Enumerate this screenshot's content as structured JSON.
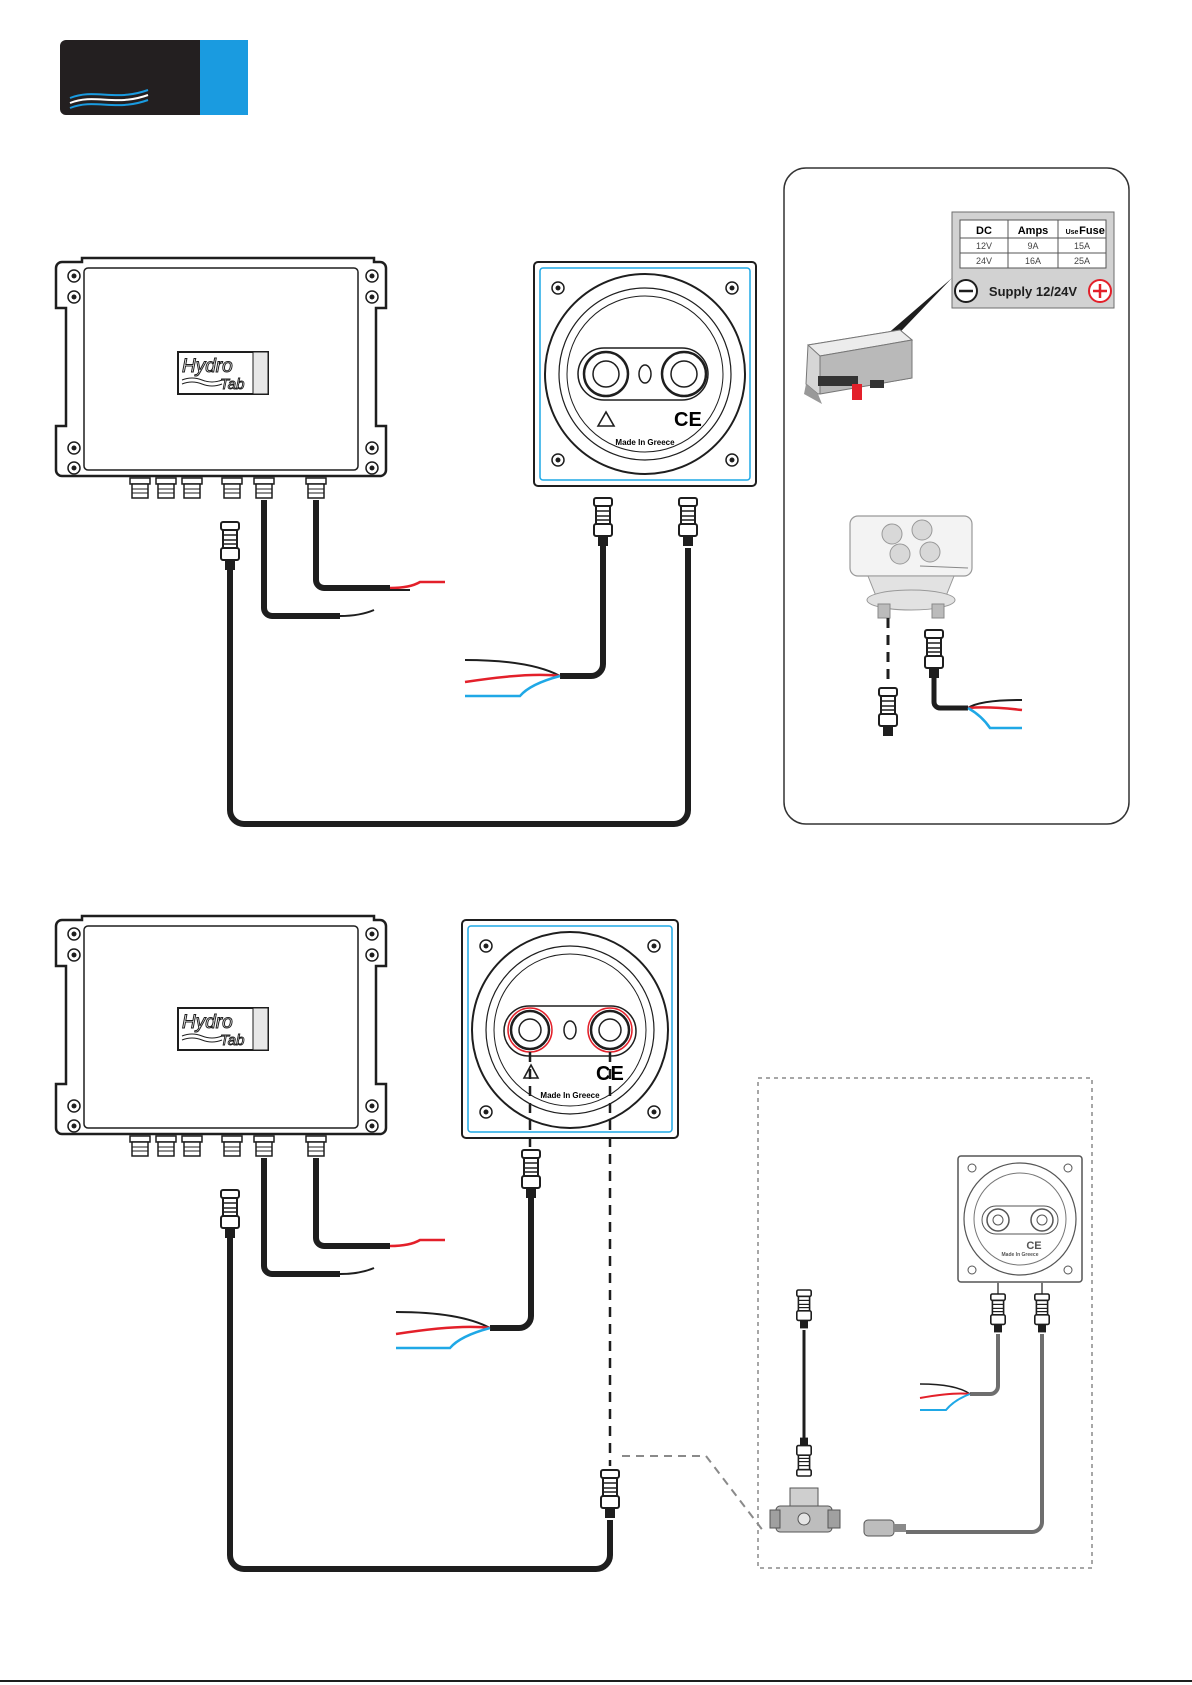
{
  "logo": {
    "name": "hydrotab-logo-badge",
    "accent": "#1a9be0",
    "dark": "#231f20"
  },
  "controller": {
    "brand_line1": "Hydro",
    "brand_line2": "Tab"
  },
  "panel": {
    "made_in": "Made In Greece",
    "ce": "CE"
  },
  "supply_table": {
    "headers": [
      "DC",
      "Amps",
      "Use",
      "Fuse"
    ],
    "rows": [
      [
        "12V",
        "9A",
        "15A"
      ],
      [
        "24V",
        "16A",
        "25A"
      ]
    ],
    "supply_label": "Supply 12/24V"
  },
  "colors": {
    "cable": "#1e1e1e",
    "red_wire": "#e3202a",
    "blue_wire": "#1fa8e6",
    "grey_cable": "#6e6e6e",
    "box_border": "#333333",
    "dashed_box": "#8a8a8a"
  }
}
